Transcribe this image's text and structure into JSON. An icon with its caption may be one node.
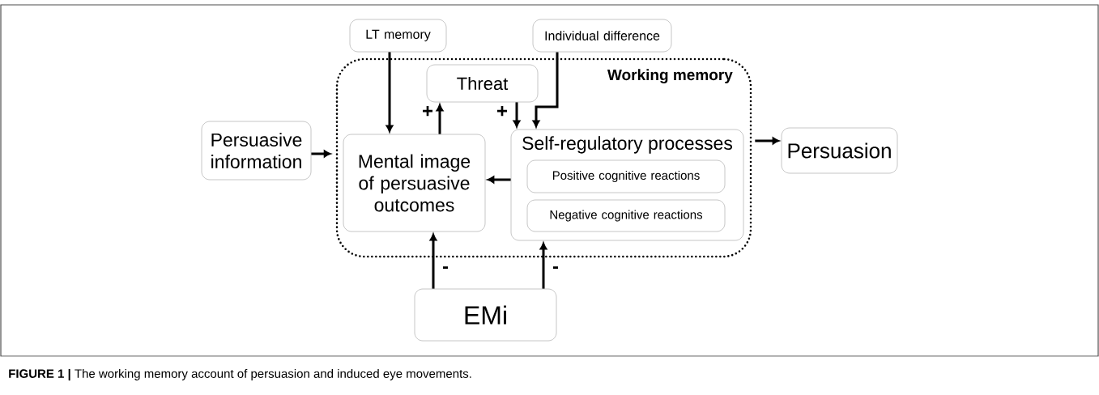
{
  "diagram": {
    "caption": "**FIGURE 1 |** The working memory account of persuasion and induced eye movements.",
    "nodes": [
      {
        "text": [
          "Working memory"
        ]
      },
      {
        "text": [
          "LT memory"
        ]
      },
      {
        "text": [
          "Individual difference"
        ]
      },
      {
        "text": [
          "Threat"
        ],
        "in": 0
      },
      {
        "text": [
          "Persuasive information"
        ]
      },
      {
        "text": [
          "Mental image of persuasive outcomes"
        ],
        "in": 0
      },
      {
        "text": [
          "Self-regulatory processes"
        ],
        "in": 0
      },
      {
        "text": [
          "Positive cognitive reactions"
        ],
        "in": 6
      },
      {
        "text": [
          "Negative cognitive reactions"
        ],
        "in": 6
      },
      {
        "text": [
          "Persuasion"
        ]
      },
      {
        "text": [
          "EMi"
        ]
      }
    ],
    "edges": [
      {
        "from": 1,
        "to": 5,
        "arrow": "to"
      },
      {
        "from": 5,
        "to": 3,
        "arrow": "to",
        "label": "+"
      },
      {
        "from": 3,
        "to": 6,
        "arrow": "to",
        "label": "+"
      },
      {
        "from": 2,
        "to": 6,
        "arrow": "to"
      },
      {
        "from": 4,
        "to": 0,
        "arrow": "to"
      },
      {
        "from": 0,
        "to": 9,
        "arrow": "to"
      },
      {
        "from": 6,
        "to": 5,
        "arrow": "to"
      },
      {
        "from": 10,
        "to": 5,
        "arrow": "to",
        "label": "-"
      },
      {
        "from": 10,
        "to": 6,
        "arrow": "to",
        "label": "-"
      }
    ]
  }
}
